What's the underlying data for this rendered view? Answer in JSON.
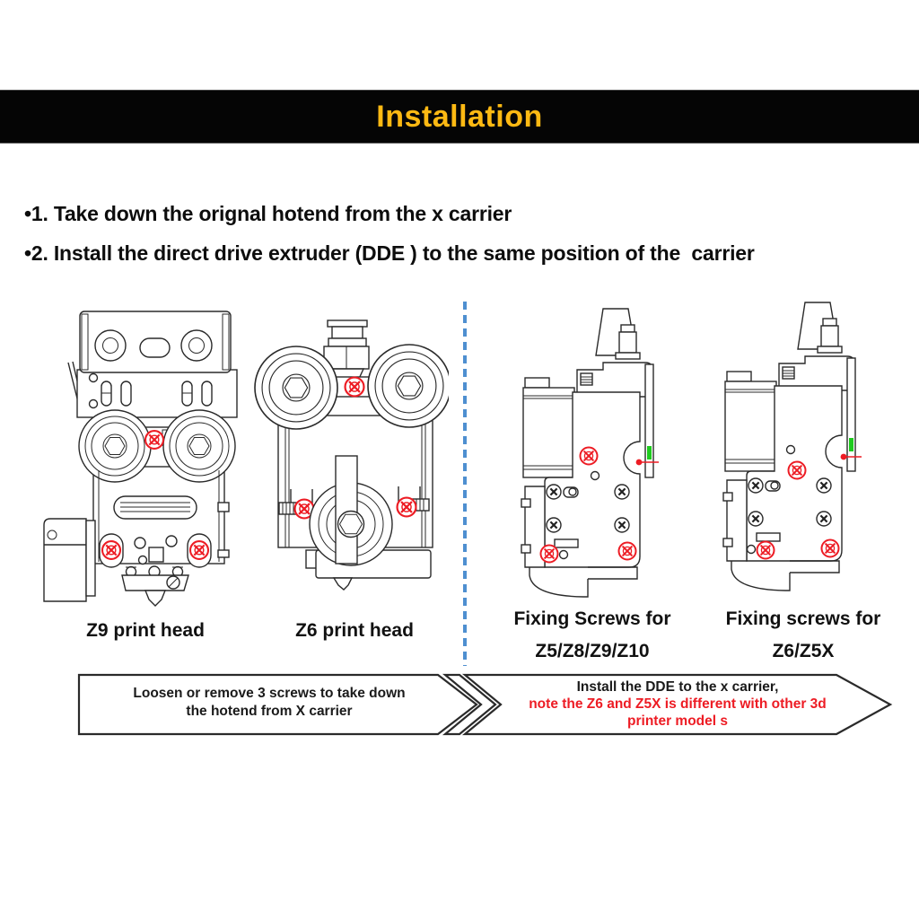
{
  "header": {
    "title": "Installation",
    "bar_color": "#050505",
    "title_color": "#fdb913"
  },
  "instructions": [
    {
      "text": "•1. Take down the orignal hotend from the x carrier"
    },
    {
      "text": "•2. Install the direct drive extruder (DDE ) to the same position of the  carrier"
    }
  ],
  "diagrams": [
    {
      "id": "z9",
      "label": "Z9 print head"
    },
    {
      "id": "z6",
      "label": "Z6 print head"
    },
    {
      "id": "z5z8z9z10",
      "label_line1": "Fixing Screws for",
      "label_line2": "Z5/Z8/Z9/Z10"
    },
    {
      "id": "z6z5x",
      "label_line1": "Fixing screws for",
      "label_line2": "Z6/Z5X"
    }
  ],
  "callouts": {
    "left": {
      "line1": "Loosen or remove 3 screws to take down",
      "line2": "the hotend from X carrier"
    },
    "right": {
      "line1": "Install the DDE to the x carrier,",
      "line2": "note the Z6 and Z5X is different with other 3d",
      "line3": "printer model s"
    }
  },
  "colors": {
    "highlight_red": "#ed1c24",
    "marker_green": "#1ecb1e",
    "divider_blue": "#4e8fd0",
    "accent_gold": "#fdb913"
  }
}
